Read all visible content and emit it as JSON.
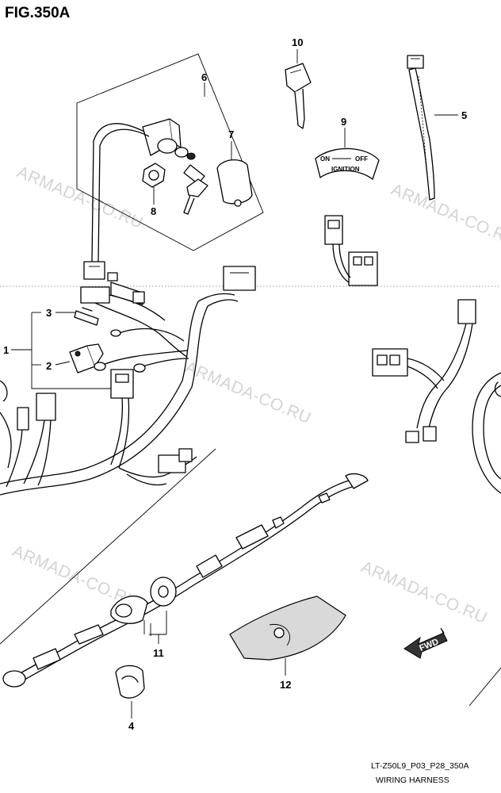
{
  "figure": {
    "title": "FIG.350A"
  },
  "callouts": [
    "1",
    "2",
    "3",
    "4",
    "5",
    "6",
    "7",
    "8",
    "9",
    "10",
    "11",
    "12"
  ],
  "label_plate": {
    "on": "ON",
    "off": "OFF",
    "ignition": "IGNITION"
  },
  "direction_marker": "FWD",
  "watermark": "ARMADA-CO.RU",
  "footer": {
    "code": "LT-Z50L9_P03_P28_350A",
    "name": "WIRING HARNESS"
  }
}
